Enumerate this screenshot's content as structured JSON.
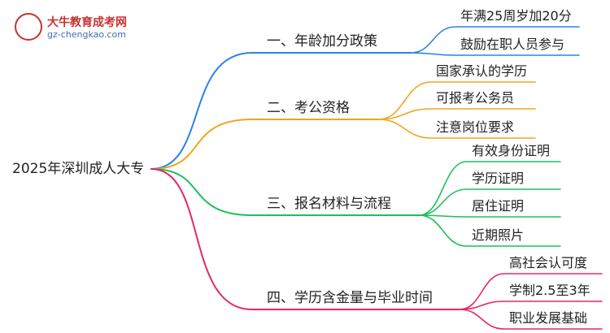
{
  "logo": {
    "name": "大牛教育成考网",
    "url": "gz-chengkao.com"
  },
  "root": "2025年深圳成人大专",
  "branches": [
    {
      "label": "一、年龄加分政策",
      "color": "#2b82e8",
      "children": [
        "年满25周岁加20分",
        "鼓励在职人员参与"
      ]
    },
    {
      "label": "二、考公资格",
      "color": "#f0a51e",
      "children": [
        "国家承认的学历",
        "可报考公务员",
        "注意岗位要求"
      ]
    },
    {
      "label": "三、报名材料与流程",
      "color": "#1fbf5a",
      "children": [
        "有效身份证明",
        "学历证明",
        "居住证明",
        "近期照片"
      ]
    },
    {
      "label": "四、学历含金量与毕业时间",
      "color": "#e8256b",
      "children": [
        "高社会认可度",
        "学制2.5至3年",
        "职业发展基础"
      ]
    }
  ]
}
